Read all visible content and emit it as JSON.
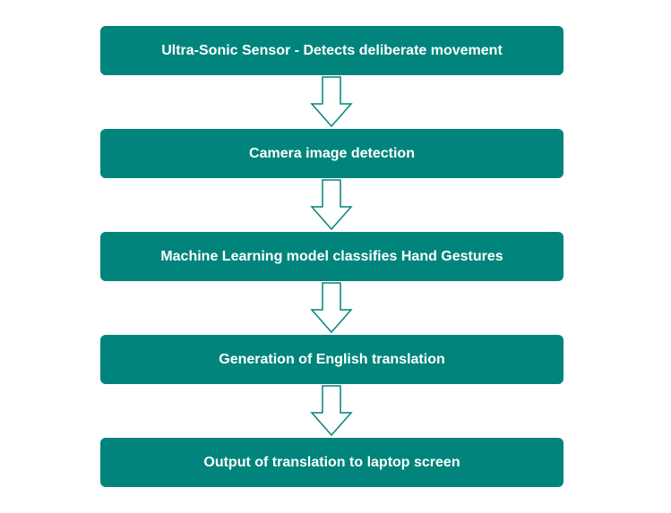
{
  "flowchart": {
    "steps": [
      {
        "label": "Ultra-Sonic Sensor - Detects deliberate movement"
      },
      {
        "label": "Camera image detection"
      },
      {
        "label": "Machine Learning model classifies Hand Gestures"
      },
      {
        "label": "Generation of English translation"
      },
      {
        "label": "Output of translation to laptop screen"
      }
    ],
    "colors": {
      "box_fill": "#00847c",
      "box_text": "#ffffff",
      "arrow_fill": "#ffffff",
      "arrow_stroke": "#00847c"
    }
  }
}
